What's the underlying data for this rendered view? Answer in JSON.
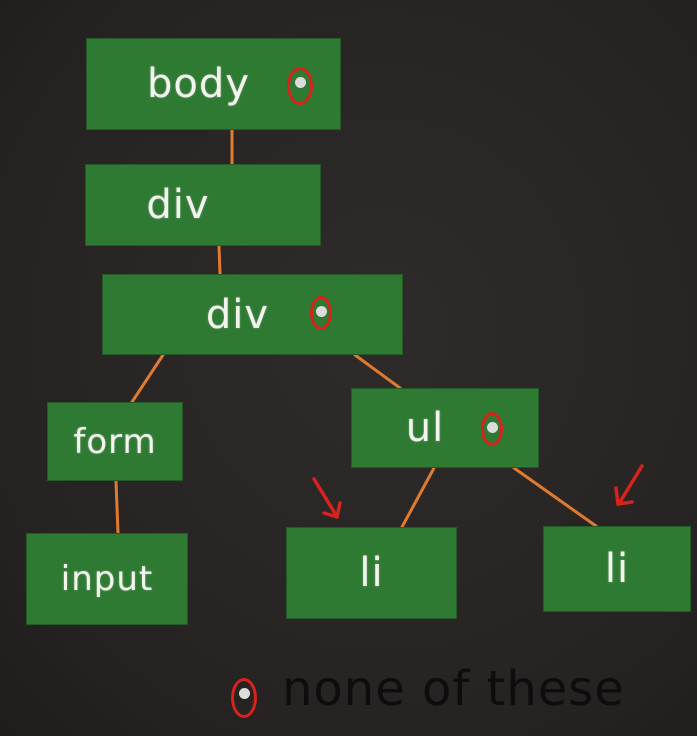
{
  "colors": {
    "background": "#2a2726",
    "node_fill": "#2f7a33",
    "node_text": "#f4f4ef",
    "edge": "#e07a2e",
    "marker_ring": "#d8221c",
    "marker_dot": "#dcdcdc",
    "arrow": "#d8221c",
    "legend_text": "#0d0d0d"
  },
  "nodes": {
    "body": {
      "label": "body",
      "has_marker": true
    },
    "div1": {
      "label": "div",
      "has_marker": false
    },
    "div2": {
      "label": "div",
      "has_marker": true
    },
    "form": {
      "label": "form",
      "has_marker": false
    },
    "input": {
      "label": "input",
      "has_marker": false
    },
    "ul": {
      "label": "ul",
      "has_marker": true
    },
    "li1": {
      "label": "li",
      "has_marker": false
    },
    "li2": {
      "label": "li",
      "has_marker": false
    }
  },
  "edges": [
    [
      "body",
      "div1"
    ],
    [
      "div1",
      "div2"
    ],
    [
      "div2",
      "form"
    ],
    [
      "div2",
      "ul"
    ],
    [
      "form",
      "input"
    ],
    [
      "ul",
      "li1"
    ],
    [
      "ul",
      "li2"
    ]
  ],
  "legend": {
    "icon": "marker-icon",
    "text": "none of these"
  }
}
